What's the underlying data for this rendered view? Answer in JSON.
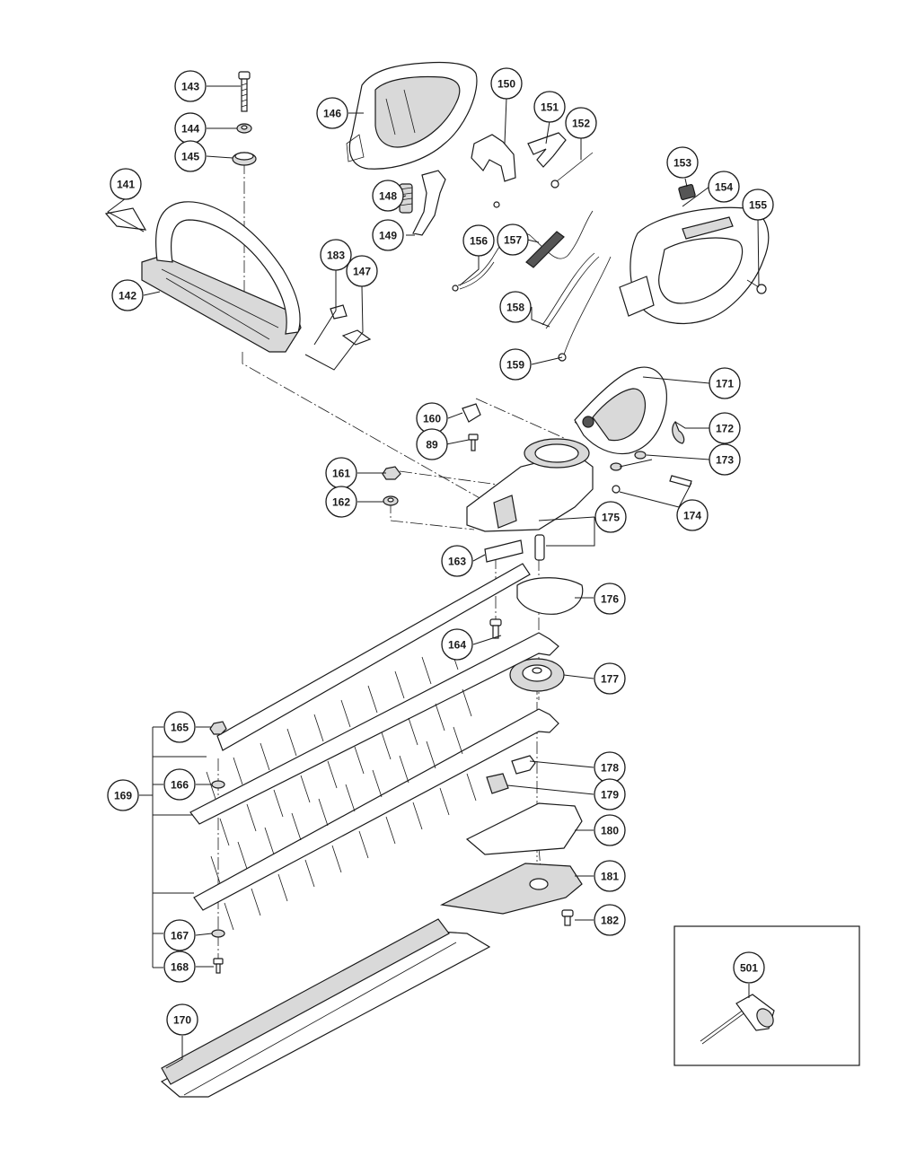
{
  "diagram": {
    "callouts": [
      {
        "id": "c143",
        "label": "143"
      },
      {
        "id": "c144",
        "label": "144"
      },
      {
        "id": "c145",
        "label": "145"
      },
      {
        "id": "c146",
        "label": "146"
      },
      {
        "id": "c150",
        "label": "150"
      },
      {
        "id": "c151",
        "label": "151"
      },
      {
        "id": "c152",
        "label": "152"
      },
      {
        "id": "c153",
        "label": "153"
      },
      {
        "id": "c154",
        "label": "154"
      },
      {
        "id": "c155",
        "label": "155"
      },
      {
        "id": "c141",
        "label": "141"
      },
      {
        "id": "c148",
        "label": "148"
      },
      {
        "id": "c149",
        "label": "149"
      },
      {
        "id": "c156",
        "label": "156"
      },
      {
        "id": "c157",
        "label": "157"
      },
      {
        "id": "c183",
        "label": "183"
      },
      {
        "id": "c147",
        "label": "147"
      },
      {
        "id": "c142",
        "label": "142"
      },
      {
        "id": "c158",
        "label": "158"
      },
      {
        "id": "c159",
        "label": "159"
      },
      {
        "id": "c171",
        "label": "171"
      },
      {
        "id": "c160",
        "label": "160"
      },
      {
        "id": "c172",
        "label": "172"
      },
      {
        "id": "c89",
        "label": "89"
      },
      {
        "id": "c173",
        "label": "173"
      },
      {
        "id": "c161",
        "label": "161"
      },
      {
        "id": "c162",
        "label": "162"
      },
      {
        "id": "c174",
        "label": "174"
      },
      {
        "id": "c175",
        "label": "175"
      },
      {
        "id": "c163",
        "label": "163"
      },
      {
        "id": "c176",
        "label": "176"
      },
      {
        "id": "c164",
        "label": "164"
      },
      {
        "id": "c177",
        "label": "177"
      },
      {
        "id": "c165",
        "label": "165"
      },
      {
        "id": "c178",
        "label": "178"
      },
      {
        "id": "c169",
        "label": "169"
      },
      {
        "id": "c166",
        "label": "166"
      },
      {
        "id": "c179",
        "label": "179"
      },
      {
        "id": "c180",
        "label": "180"
      },
      {
        "id": "c181",
        "label": "181"
      },
      {
        "id": "c182",
        "label": "182"
      },
      {
        "id": "c167",
        "label": "167"
      },
      {
        "id": "c168",
        "label": "168"
      },
      {
        "id": "c170",
        "label": "170"
      },
      {
        "id": "c501",
        "label": "501"
      }
    ]
  }
}
